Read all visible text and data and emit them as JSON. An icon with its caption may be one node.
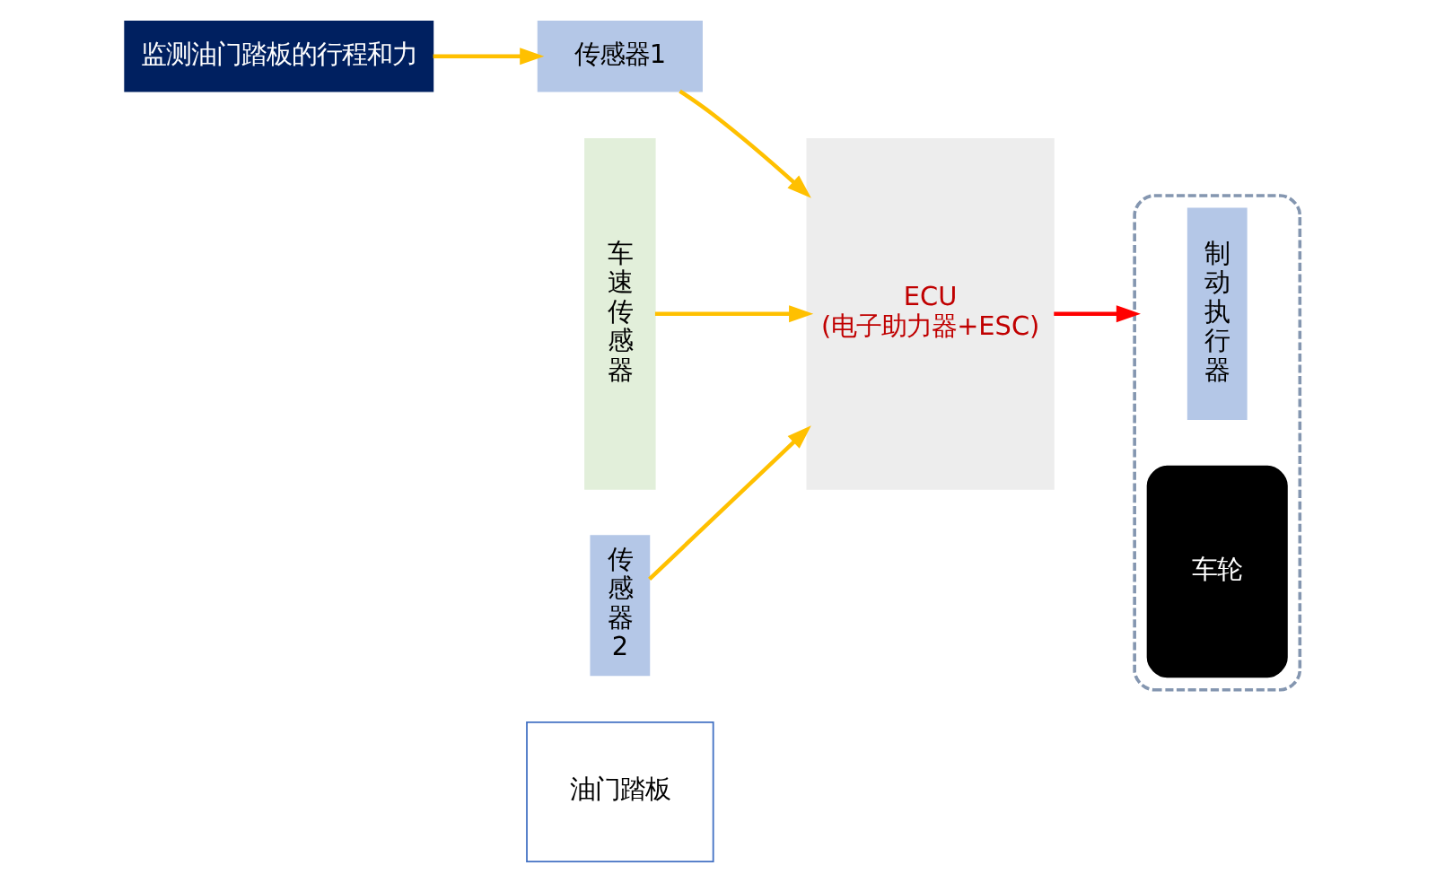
{
  "diagram": {
    "nodes": [
      {
        "text": [
          "监测油门踏板的行程和力"
        ]
      },
      {
        "text": [
          "传感器1"
        ]
      },
      {
        "text": [
          "车速传感器"
        ]
      },
      {
        "text": [
          "ECU",
          "(电子助力器+ESC)"
        ]
      },
      {
        "text": [
          "传感器2"
        ]
      },
      {
        "text": [
          "油门踏板"
        ]
      },
      {
        "text": [],
        "shape": "box"
      },
      {
        "text": [
          "制动执行器"
        ],
        "in": 6
      },
      {
        "text": [
          "车轮"
        ],
        "in": 6
      }
    ],
    "edges": [
      {
        "from": 0,
        "to": 1,
        "arrow": "to"
      },
      {
        "from": 1,
        "to": 3,
        "arrow": "to"
      },
      {
        "from": 2,
        "to": 3,
        "arrow": "to"
      },
      {
        "from": 4,
        "to": 3,
        "arrow": "to"
      },
      {
        "from": 3,
        "to": 6,
        "arrow": "to",
        "color": "#ff0000"
      }
    ]
  }
}
